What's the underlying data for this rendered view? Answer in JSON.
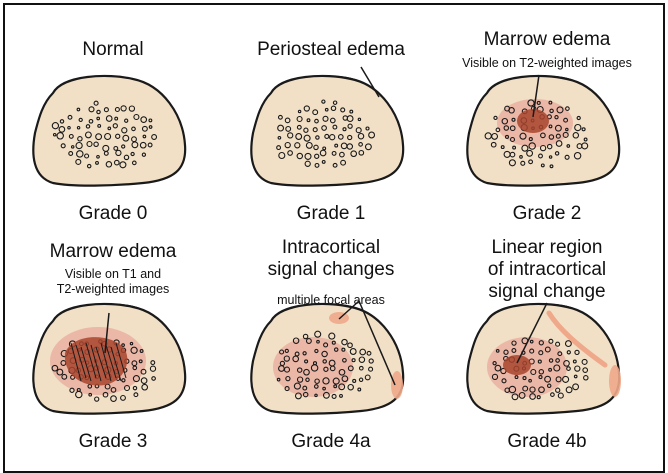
{
  "panels": [
    {
      "grade": "Grade 0",
      "title": "Normal",
      "note": ""
    },
    {
      "grade": "Grade 1",
      "title": "Periosteal edema",
      "note": ""
    },
    {
      "grade": "Grade 2",
      "title": "Marrow edema",
      "note": "Visible on T2-weighted images"
    },
    {
      "grade": "Grade 3",
      "title": "Marrow edema",
      "note": "Visible on T1 and\nT2-weighted images"
    },
    {
      "grade": "Grade 4a",
      "title": "Intracortical\nsignal changes",
      "note": "multiple focal areas"
    },
    {
      "grade": "Grade 4b",
      "title": "Linear region\nof intracortical\nsignal change",
      "note": ""
    }
  ],
  "colors": {
    "bone_fill": "#f1dfc6",
    "outline": "#1a1a1a",
    "periosteum": "#c9716a",
    "marrow_edema": "#e8a99b",
    "dense_edema": "#a8452e",
    "cortical_spot": "#f0a88a"
  }
}
